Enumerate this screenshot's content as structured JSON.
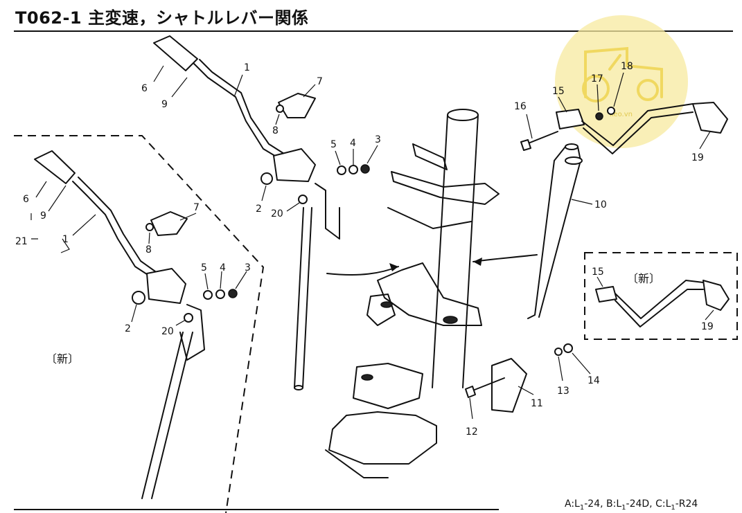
{
  "title": "T062-1 主変速，シャトルレバー関係",
  "footer": {
    "a_prefix": "A:L",
    "a_sub": "1",
    "a_suffix": "-24,",
    "b_prefix": "B:L",
    "b_sub": "1",
    "b_suffix": "-24D,",
    "c_prefix": "C:L",
    "c_sub": "1",
    "c_suffix": "-R24"
  },
  "watermark": {
    "text": "keo.vn",
    "color": "#f5e79a"
  },
  "new_labels": {
    "left": "〔新〕",
    "right": "〔新〕"
  },
  "callouts": {
    "c1": "1",
    "c6": "6",
    "c9": "9",
    "c7": "7",
    "c8": "8",
    "c5": "5",
    "c4": "4",
    "c3": "3",
    "c2": "2",
    "c20": "20",
    "n6": "6",
    "n9": "9",
    "n21": "21",
    "n1": "1",
    "n7": "7",
    "n8": "8",
    "n5": "5",
    "n4": "4",
    "n3": "3",
    "n2": "2",
    "n20": "20",
    "c16": "16",
    "c15": "15",
    "c17": "17",
    "c18": "18",
    "c19": "19",
    "c10": "10",
    "c11": "11",
    "c12": "12",
    "c13": "13",
    "c14": "14",
    "r15": "15",
    "r19": "19"
  }
}
